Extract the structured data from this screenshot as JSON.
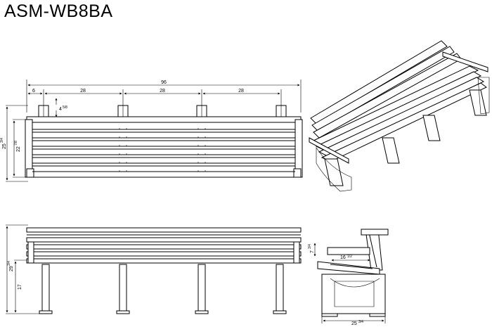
{
  "title": "ASM-WB8BA",
  "colors": {
    "line": "#000000",
    "background": "#ffffff"
  },
  "top_view": {
    "overall_width": "96",
    "post_offset": "6",
    "post_spacing": [
      "28",
      "28",
      "28"
    ],
    "post_depth": "4",
    "post_depth_fraction": "5/8",
    "depth_outer": "25",
    "depth_outer_fraction": "3/4",
    "depth_inner": "22",
    "depth_inner_fraction": "7/8"
  },
  "front_view": {
    "seat_height": "17",
    "total_height": "29",
    "total_height_fraction": "3/4"
  },
  "side_view": {
    "seat_to_back": "16",
    "seat_to_back_fraction": "1/2",
    "armrest_height": "7",
    "armrest_height_fraction": "3/4",
    "overall_depth": "25",
    "overall_depth_fraction": "3/4"
  }
}
